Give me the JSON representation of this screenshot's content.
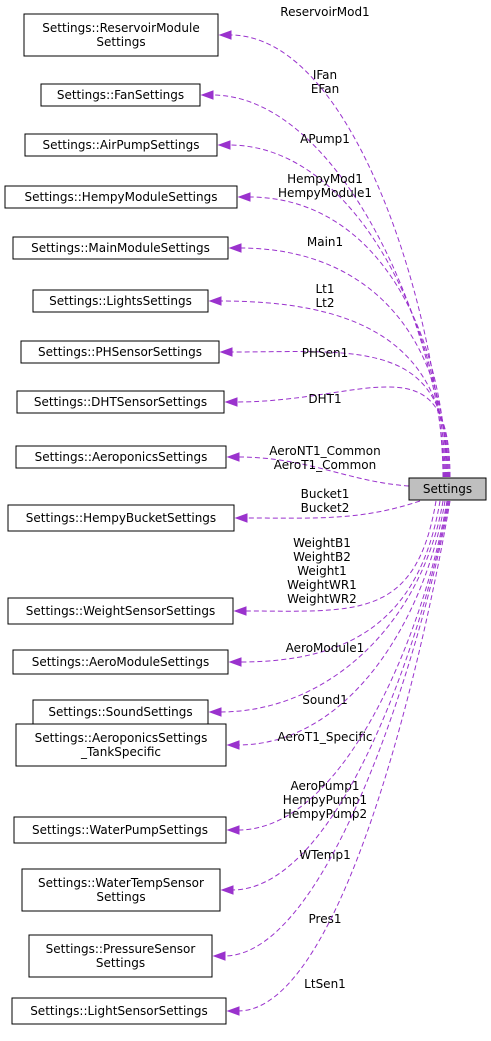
{
  "colors": {
    "edge": "#9a32cd",
    "target_fill": "#bfbfbf",
    "node_fill": "#ffffff",
    "border": "#000000"
  },
  "target": {
    "label": "Settings"
  },
  "classes": [
    {
      "id": "reservoir",
      "lines": [
        "Settings::ReservoirModule",
        "Settings"
      ],
      "edge_label": [
        "ReservoirMod1"
      ]
    },
    {
      "id": "fan",
      "lines": [
        "Settings::FanSettings"
      ],
      "edge_label": [
        "IFan",
        "EFan"
      ]
    },
    {
      "id": "airpump",
      "lines": [
        "Settings::AirPumpSettings"
      ],
      "edge_label": [
        "APump1"
      ]
    },
    {
      "id": "hempymodule",
      "lines": [
        "Settings::HempyModuleSettings"
      ],
      "edge_label": [
        "HempyMod1",
        "HempyModule1"
      ]
    },
    {
      "id": "mainmodule",
      "lines": [
        "Settings::MainModuleSettings"
      ],
      "edge_label": [
        "Main1"
      ]
    },
    {
      "id": "lights",
      "lines": [
        "Settings::LightsSettings"
      ],
      "edge_label": [
        "Lt1",
        "Lt2"
      ]
    },
    {
      "id": "phsensor",
      "lines": [
        "Settings::PHSensorSettings"
      ],
      "edge_label": [
        "PHSen1"
      ]
    },
    {
      "id": "dhtsensor",
      "lines": [
        "Settings::DHTSensorSettings"
      ],
      "edge_label": [
        "DHT1"
      ]
    },
    {
      "id": "aeroponics",
      "lines": [
        "Settings::AeroponicsSettings"
      ],
      "edge_label": [
        "AeroNT1_Common",
        "AeroT1_Common"
      ]
    },
    {
      "id": "hempybucket",
      "lines": [
        "Settings::HempyBucketSettings"
      ],
      "edge_label": [
        "Bucket1",
        "Bucket2"
      ]
    },
    {
      "id": "weight",
      "lines": [
        "Settings::WeightSensorSettings"
      ],
      "edge_label": [
        "WeightB1",
        "WeightB2",
        "Weight1",
        "WeightWR1",
        "WeightWR2"
      ]
    },
    {
      "id": "aeromodule",
      "lines": [
        "Settings::AeroModuleSettings"
      ],
      "edge_label": [
        "AeroModule1"
      ]
    },
    {
      "id": "sound",
      "lines": [
        "Settings::SoundSettings"
      ],
      "edge_label": [
        "Sound1"
      ]
    },
    {
      "id": "aerotank",
      "lines": [
        "Settings::AeroponicsSettings",
        "_TankSpecific"
      ],
      "edge_label": [
        "AeroT1_Specific"
      ]
    },
    {
      "id": "waterpump",
      "lines": [
        "Settings::WaterPumpSettings"
      ],
      "edge_label": [
        "AeroPump1",
        "HempyPump1",
        "HempyPump2"
      ]
    },
    {
      "id": "watertemp",
      "lines": [
        "Settings::WaterTempSensor",
        "Settings"
      ],
      "edge_label": [
        "WTemp1"
      ]
    },
    {
      "id": "pressure",
      "lines": [
        "Settings::PressureSensor",
        "Settings"
      ],
      "edge_label": [
        "Pres1"
      ]
    },
    {
      "id": "lightsensor",
      "lines": [
        "Settings::LightSensorSettings"
      ],
      "edge_label": [
        "LtSen1"
      ]
    }
  ]
}
